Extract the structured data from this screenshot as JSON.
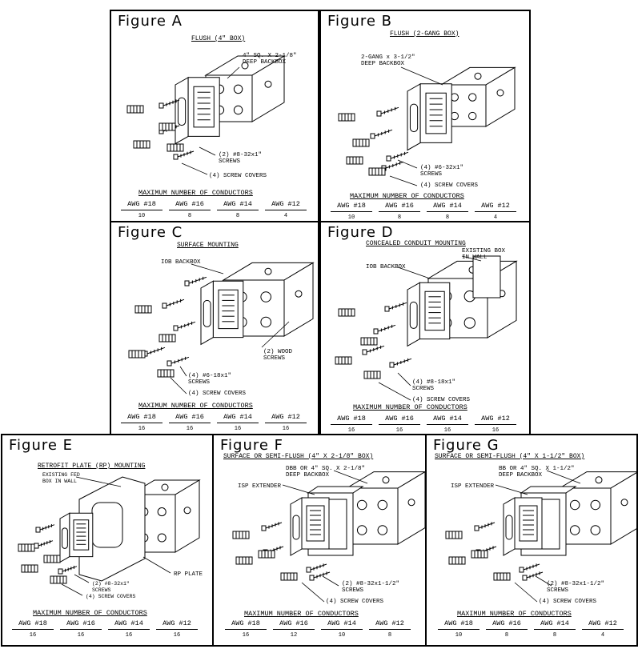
{
  "conductor_header": "MAXIMUM NUMBER OF CONDUCTORS",
  "awg_labels": [
    "AWG #18",
    "AWG #16",
    "AWG #14",
    "AWG #12"
  ],
  "figures": {
    "A": {
      "title": "Figure A",
      "subtitle": "FLUSH (4\" BOX)",
      "callouts": [
        "4\" SQ. X 2-1/8\"\nDEEP BACKBOX",
        "(2) #8-32x1\"\nSCREWS",
        "(4) SCREW COVERS"
      ],
      "values": [
        "10",
        "8",
        "8",
        "4"
      ]
    },
    "B": {
      "title": "Figure B",
      "subtitle": "FLUSH (2-GANG BOX)",
      "callouts": [
        "2-GANG x 3-1/2\"\nDEEP BACKBOX",
        "(4) #6-32x1\"\nSCREWS",
        "(4) SCREW COVERS"
      ],
      "values": [
        "10",
        "8",
        "8",
        "4"
      ]
    },
    "C": {
      "title": "Figure C",
      "subtitle": "SURFACE MOUNTING",
      "callouts": [
        "IOB BACKBOX",
        "(2) WOOD\nSCREWS",
        "(4) #6-18x1\"\nSCREWS",
        "(4) SCREW COVERS"
      ],
      "values": [
        "16",
        "16",
        "16",
        "16"
      ]
    },
    "D": {
      "title": "Figure D",
      "subtitle": "CONCEALED CONDUIT MOUNTING",
      "callouts": [
        "EXISTING BOX\nIN WALL",
        "IOB BACKBOX",
        "(4) #8-18x1\"\nSCREWS",
        "(4) SCREW COVERS"
      ],
      "values": [
        "16",
        "16",
        "16",
        "16"
      ]
    },
    "E": {
      "title": "Figure E",
      "subtitle": "RETROFIT PLATE (RP) MOUNTING",
      "callouts": [
        "EXISTING FED\nBOX IN WALL",
        "RP PLATE",
        "(2) #8-32x1\"\nSCREWS",
        "(4) SCREW COVERS"
      ],
      "values": [
        "16",
        "16",
        "16",
        "16"
      ]
    },
    "F": {
      "title": "Figure F",
      "subtitle": "SURFACE OR SEMI-FLUSH (4\" X 2-1/8\" BOX)",
      "callouts": [
        "DBB OR 4\" SQ. X 2-1/8\"\nDEEP BACKBOX",
        "ISP EXTENDER",
        "(2) #8-32x1-1/2\"\nSCREWS",
        "(4) SCREW COVERS"
      ],
      "values": [
        "16",
        "12",
        "10",
        "8"
      ]
    },
    "G": {
      "title": "Figure G",
      "subtitle": "SURFACE OR SEMI-FLUSH (4\" X 1-1/2\" BOX)",
      "callouts": [
        "BB OR 4\" SQ. X 1-1/2\"\nDEEP BACKBOX",
        "ISP EXTENDER",
        "(2) #8-32x1-1/2\"\nSCREWS",
        "(4) SCREW COVERS"
      ],
      "values": [
        "10",
        "8",
        "8",
        "4"
      ]
    }
  }
}
